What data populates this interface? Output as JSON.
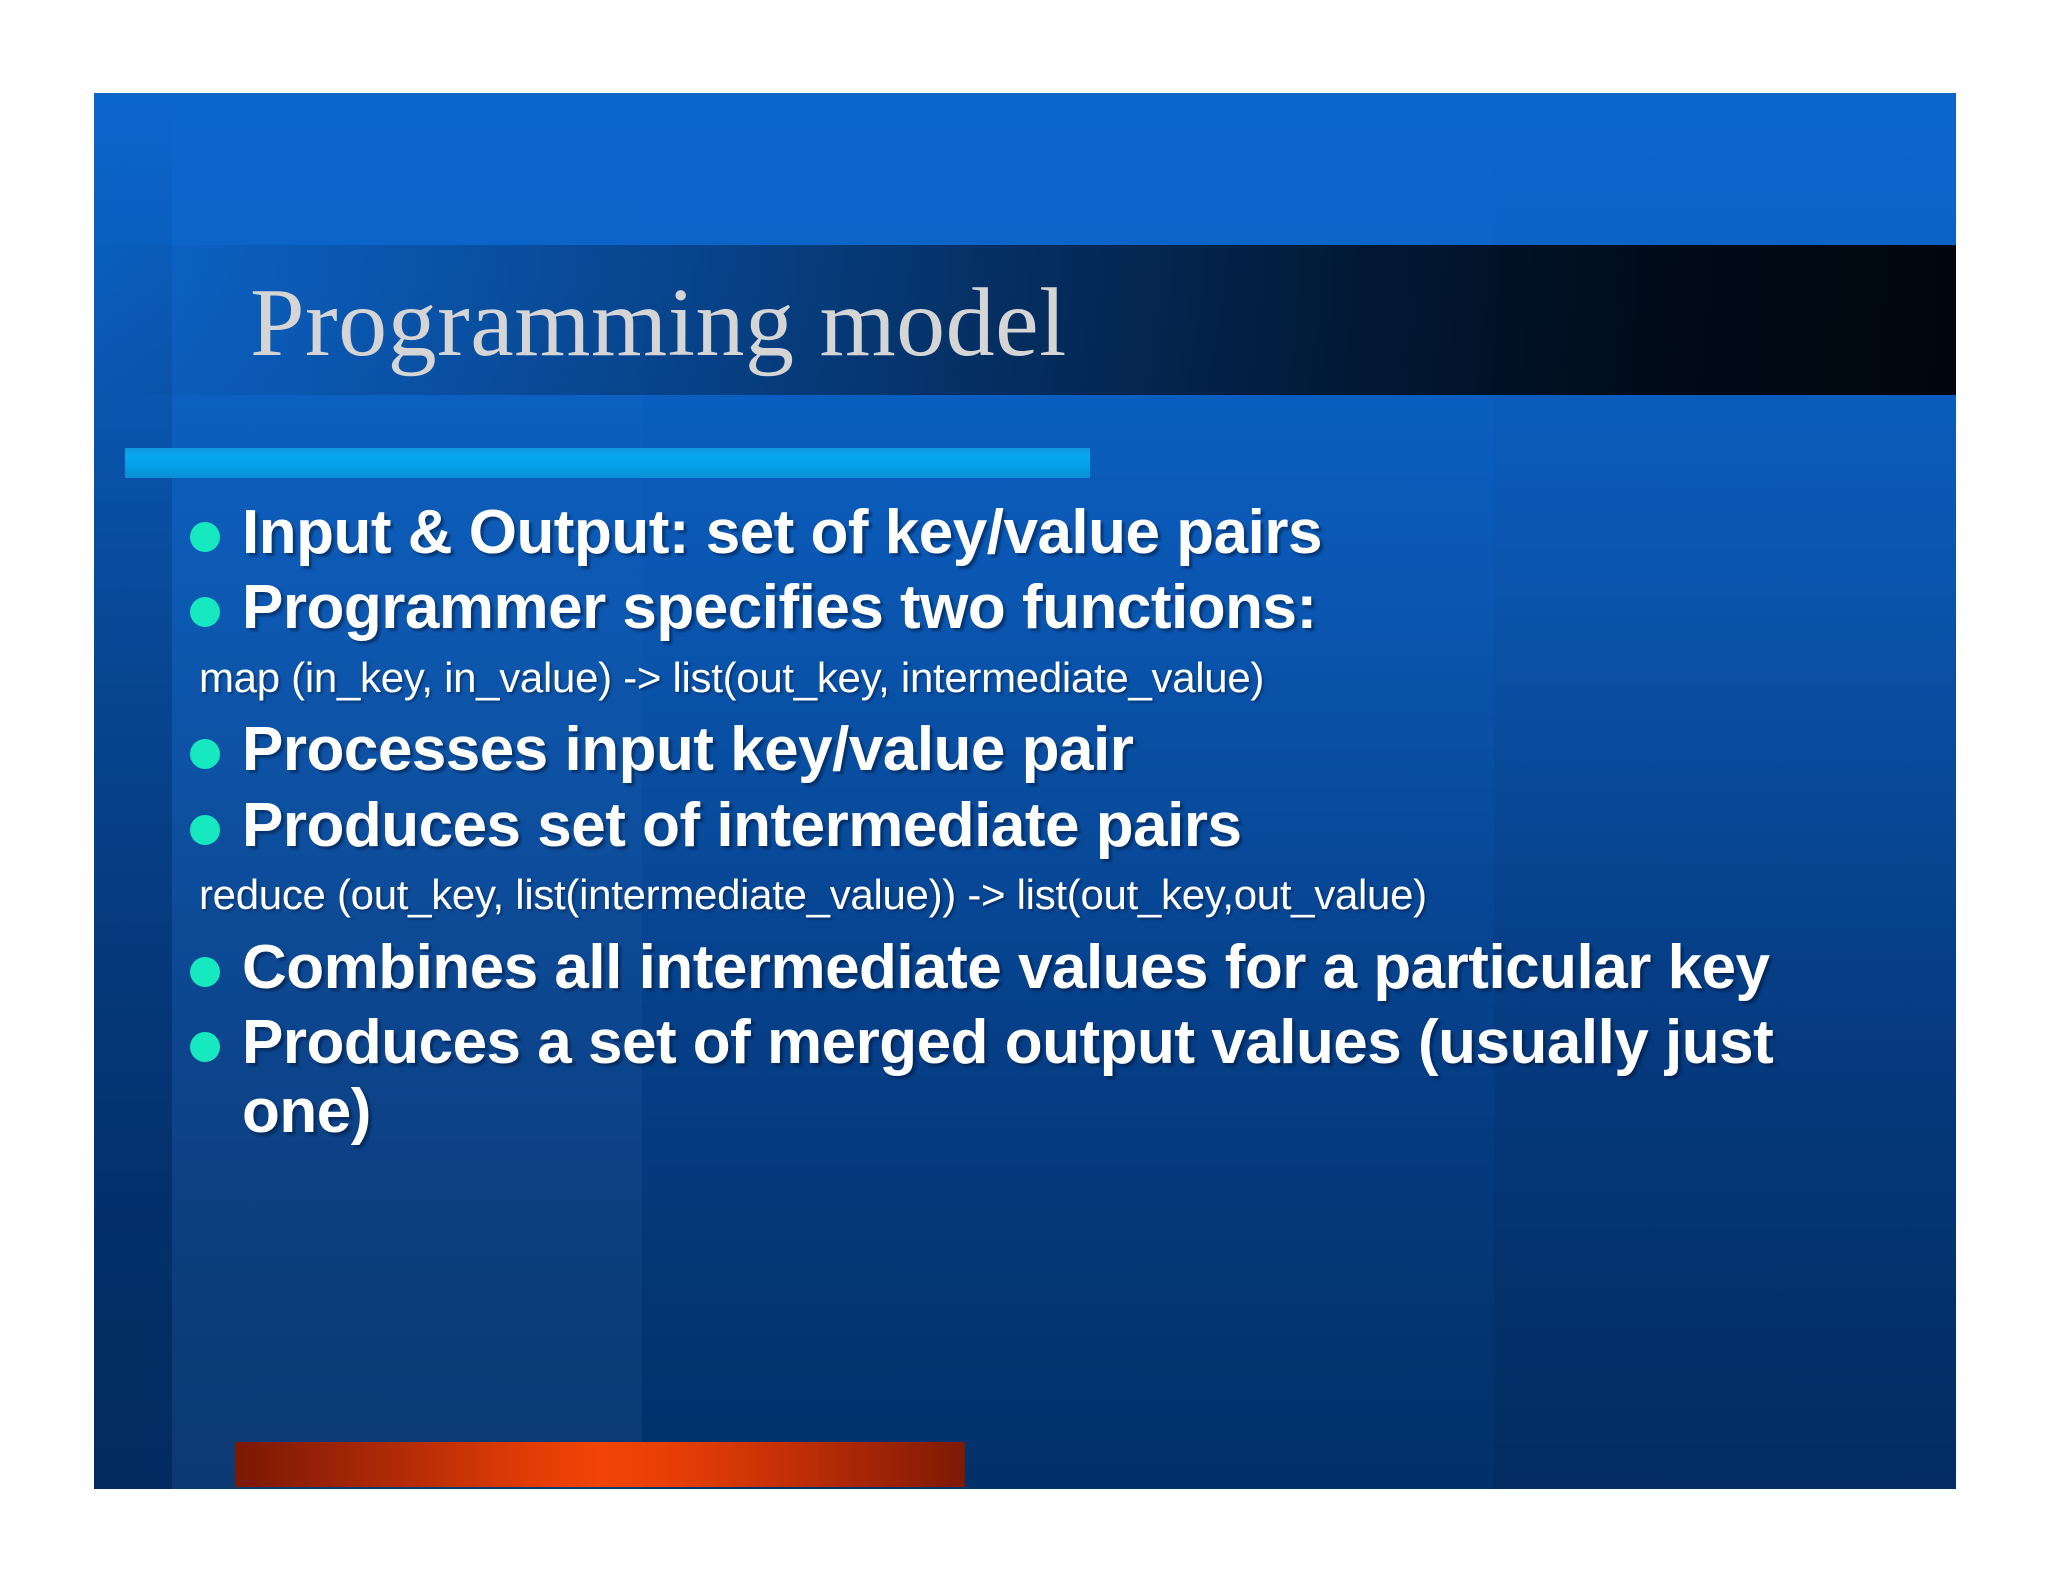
{
  "slide": {
    "title": "Programming model",
    "theme": {
      "background_top": "#0b66cc",
      "background_bottom": "#02306a",
      "title_color": "#d5d5d5",
      "accent_bar_color": "#05a8ef",
      "bullet_color": "#16e8c0",
      "body_text_color": "#ffffff",
      "footer_bar_color": "#f34406"
    },
    "body": [
      {
        "kind": "bullet",
        "text": "Input & Output: set of key/value pairs"
      },
      {
        "kind": "bullet",
        "text": "Programmer specifies two functions:"
      },
      {
        "kind": "code",
        "text": "map (in_key, in_value) -> list(out_key, intermediate_value)"
      },
      {
        "kind": "bullet",
        "text": "Processes input key/value pair"
      },
      {
        "kind": "bullet",
        "text": "Produces set of intermediate pairs"
      },
      {
        "kind": "code",
        "text": "reduce (out_key, list(intermediate_value)) -> list(out_key,out_value)"
      },
      {
        "kind": "bullet",
        "text": "Combines all intermediate values for a particular key"
      },
      {
        "kind": "bullet",
        "text": "Produces a set of merged output values (usually just one)"
      }
    ]
  }
}
